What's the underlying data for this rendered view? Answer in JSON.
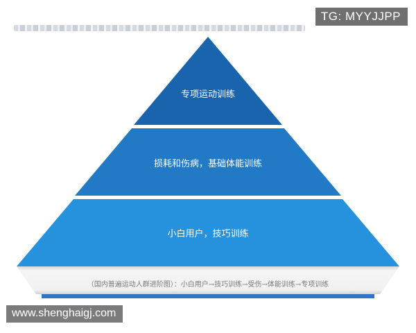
{
  "diagram": {
    "tiers": [
      {
        "label": "专项运动训练",
        "color": "#1a63ad"
      },
      {
        "label": "损耗和伤病，基础体能训练",
        "color": "#2279c6"
      },
      {
        "label": "小白用户，技巧训练",
        "color": "#2691dd"
      }
    ],
    "base_caption": "（国内普遍运动人群进阶图）：小白用户→技巧训练→受伤→体能训练→专项训练"
  },
  "watermarks": {
    "top_right": "TG: MYYJJPP",
    "bottom_left": "www.shenghaigj.com"
  }
}
